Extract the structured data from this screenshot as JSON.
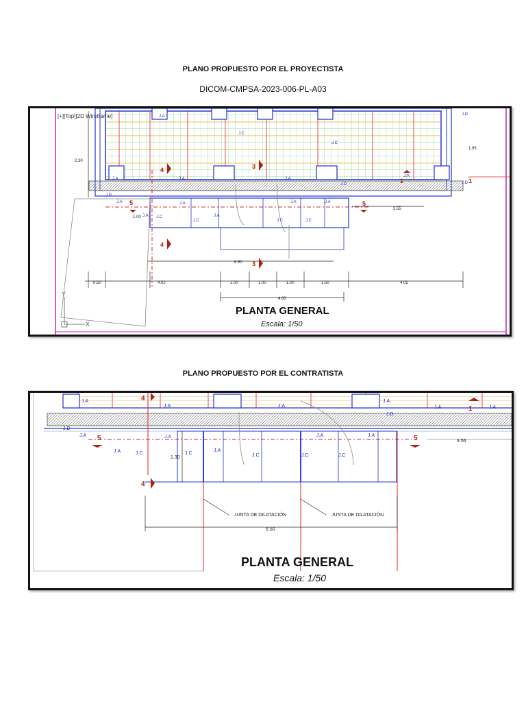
{
  "section1": {
    "heading": "PLANO PROPUESTO POR EL PROYECTISTA",
    "code": "DICOM-CMPSA-2023-006-PL-A03",
    "viewport_label": "[+][Top][2D Wireframe]",
    "title": "PLANTA GENERAL",
    "scale": "Escala: 1/50",
    "labels": {
      "ja": "J.A",
      "jc": "J.C",
      "jd": "J.D",
      "dim_230": "2.30",
      "dim_100": "1.00",
      "dim_355": "3.55",
      "dim_660": "6.60",
      "dim_050": "0.50",
      "dim_402": "4.02",
      "dim_1a": "1.00",
      "dim_1b": "1.00",
      "dim_1c": "1.00",
      "dim_150": "1.50",
      "dim_405": "4.05",
      "dim_460": "4.60",
      "dim_195": "1.95",
      "cut_1": "1",
      "cut_3": "3",
      "cut_4": "4",
      "cut_5": "5",
      "axis_y": "Y",
      "axis_x": "X"
    }
  },
  "section2": {
    "heading": "PLANO PROPUESTO POR EL CONTRATISTA",
    "title": "PLANTA GENERAL",
    "scale": "Escala: 1/50",
    "labels": {
      "ja": "J.A",
      "jc": "J.C",
      "jd": "J.D",
      "dim_130": "1.30",
      "dim_356": "3.56",
      "dim_650": "6.50",
      "joint_1": "JUNTA DE DILATACIÓN",
      "joint_2": "JUNTA DE DILATACIÓN",
      "cut_1": "1",
      "cut_4": "4",
      "cut_5": "5"
    }
  },
  "colors": {
    "grid_green": "#7fd37f",
    "grid_orange": "#f2b035",
    "line_red": "#e0202a",
    "line_blue": "#2030d0",
    "cut_red": "#b02010",
    "magenta": "#c020c0",
    "hatch_gray": "#9a9a9a"
  }
}
